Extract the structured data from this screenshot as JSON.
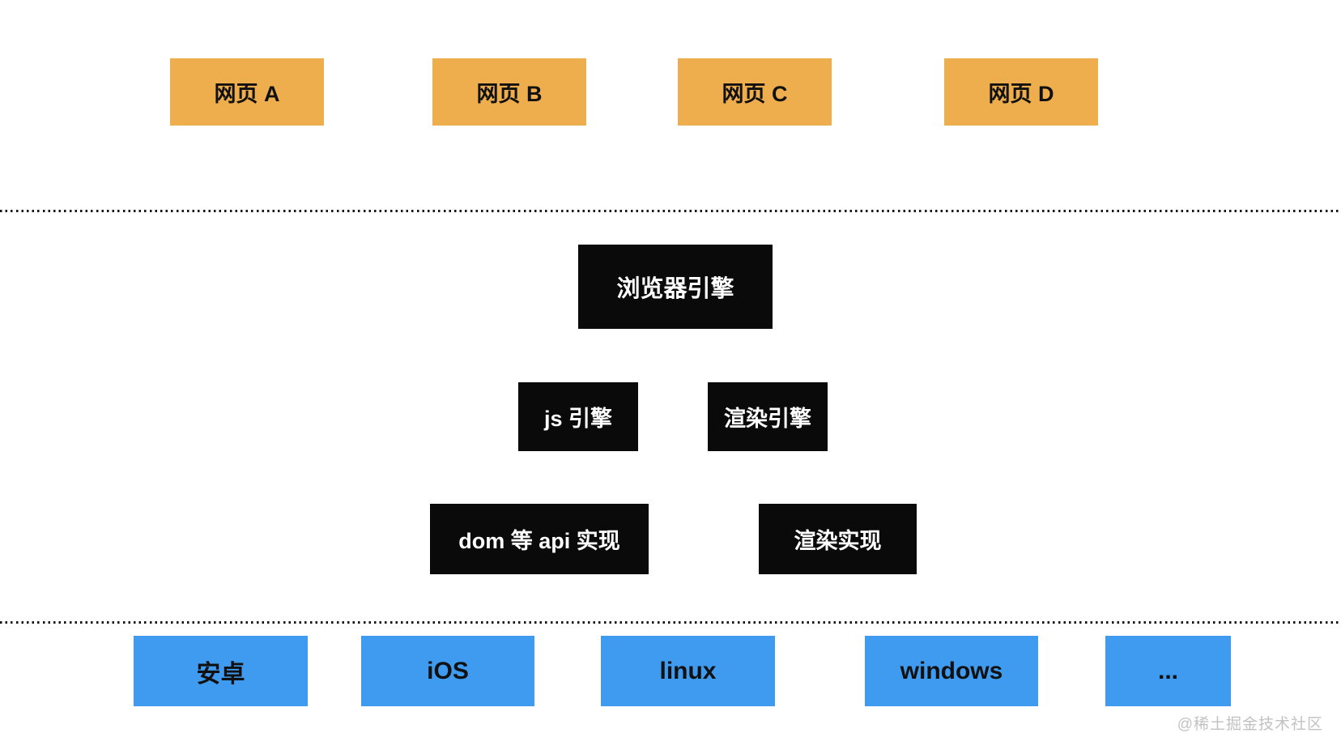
{
  "page": {
    "watermark": "@稀土掘金技术社区"
  },
  "diagram": {
    "webpages": {
      "items": [
        {
          "label": "网页 A"
        },
        {
          "label": "网页 B"
        },
        {
          "label": "网页 C"
        },
        {
          "label": "网页 D"
        }
      ]
    },
    "browser_engine": {
      "label": "浏览器引擎"
    },
    "engines": {
      "items": [
        {
          "label": "js 引擎"
        },
        {
          "label": "渲染引擎"
        }
      ]
    },
    "implementations": {
      "items": [
        {
          "label": "dom 等 api 实现"
        },
        {
          "label": "渲染实现"
        }
      ]
    },
    "platforms": {
      "items": [
        {
          "label": "安卓"
        },
        {
          "label": "iOS"
        },
        {
          "label": "linux"
        },
        {
          "label": "windows"
        },
        {
          "label": "..."
        }
      ]
    },
    "colors": {
      "webpage_bg": "#EFAE4D",
      "engine_bg": "#0A0A0A",
      "engine_text": "#FFFFFF",
      "platform_bg": "#3F9BF0",
      "box_text": "#111111",
      "divider": "#161616",
      "watermark": "#C2C2C2"
    }
  }
}
